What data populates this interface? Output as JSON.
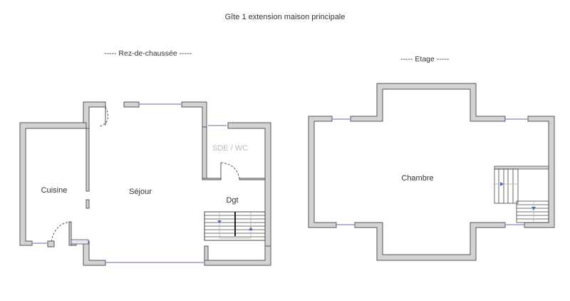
{
  "title": "Gîte 1 extension maison principale",
  "floors": [
    {
      "label": "----- Rez-de-chaussée -----",
      "rooms": [
        {
          "name": "Cuisine"
        },
        {
          "name": "Séjour"
        },
        {
          "name": "SDE / WC"
        },
        {
          "name": "Dgt"
        }
      ]
    },
    {
      "label": "----- Etage -----",
      "rooms": [
        {
          "name": "Chambre"
        }
      ]
    }
  ],
  "colors": {
    "wall_fill": "#d3d3d3",
    "wall_stroke": "#555555",
    "window": "#9a9acb",
    "stair_arrow": "#4a6fb5"
  }
}
